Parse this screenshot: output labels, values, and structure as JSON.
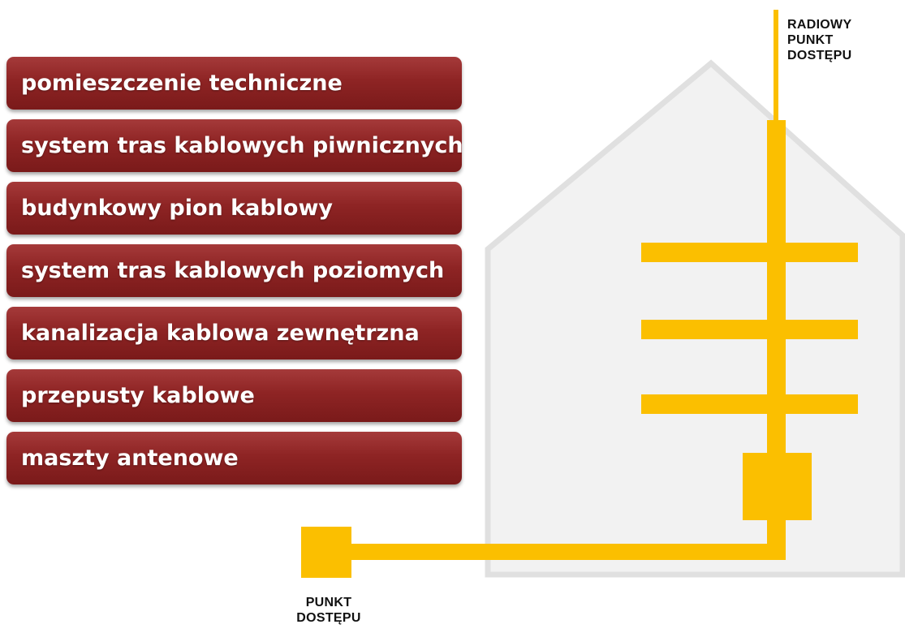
{
  "items": [
    {
      "label": "pomieszczenie techniczne"
    },
    {
      "label": "system tras kablowych piwnicznych"
    },
    {
      "label": "budynkowy pion kablowy"
    },
    {
      "label": "system tras kablowych poziomych"
    },
    {
      "label": "kanalizacja kablowa zewnętrzna"
    },
    {
      "label": "przepusty kablowe"
    },
    {
      "label": "maszty antenowe"
    }
  ],
  "labels": {
    "radio_access_point": "RADIOWY\nPUNKT\nDOSTĘPU",
    "access_point": "PUNKT\nDOSTĘPU"
  },
  "colors": {
    "item_background": "#8e2424",
    "cable": "#fbbf00",
    "house_fill": "#f2f2f2",
    "house_outline": "#e0e0e0"
  }
}
